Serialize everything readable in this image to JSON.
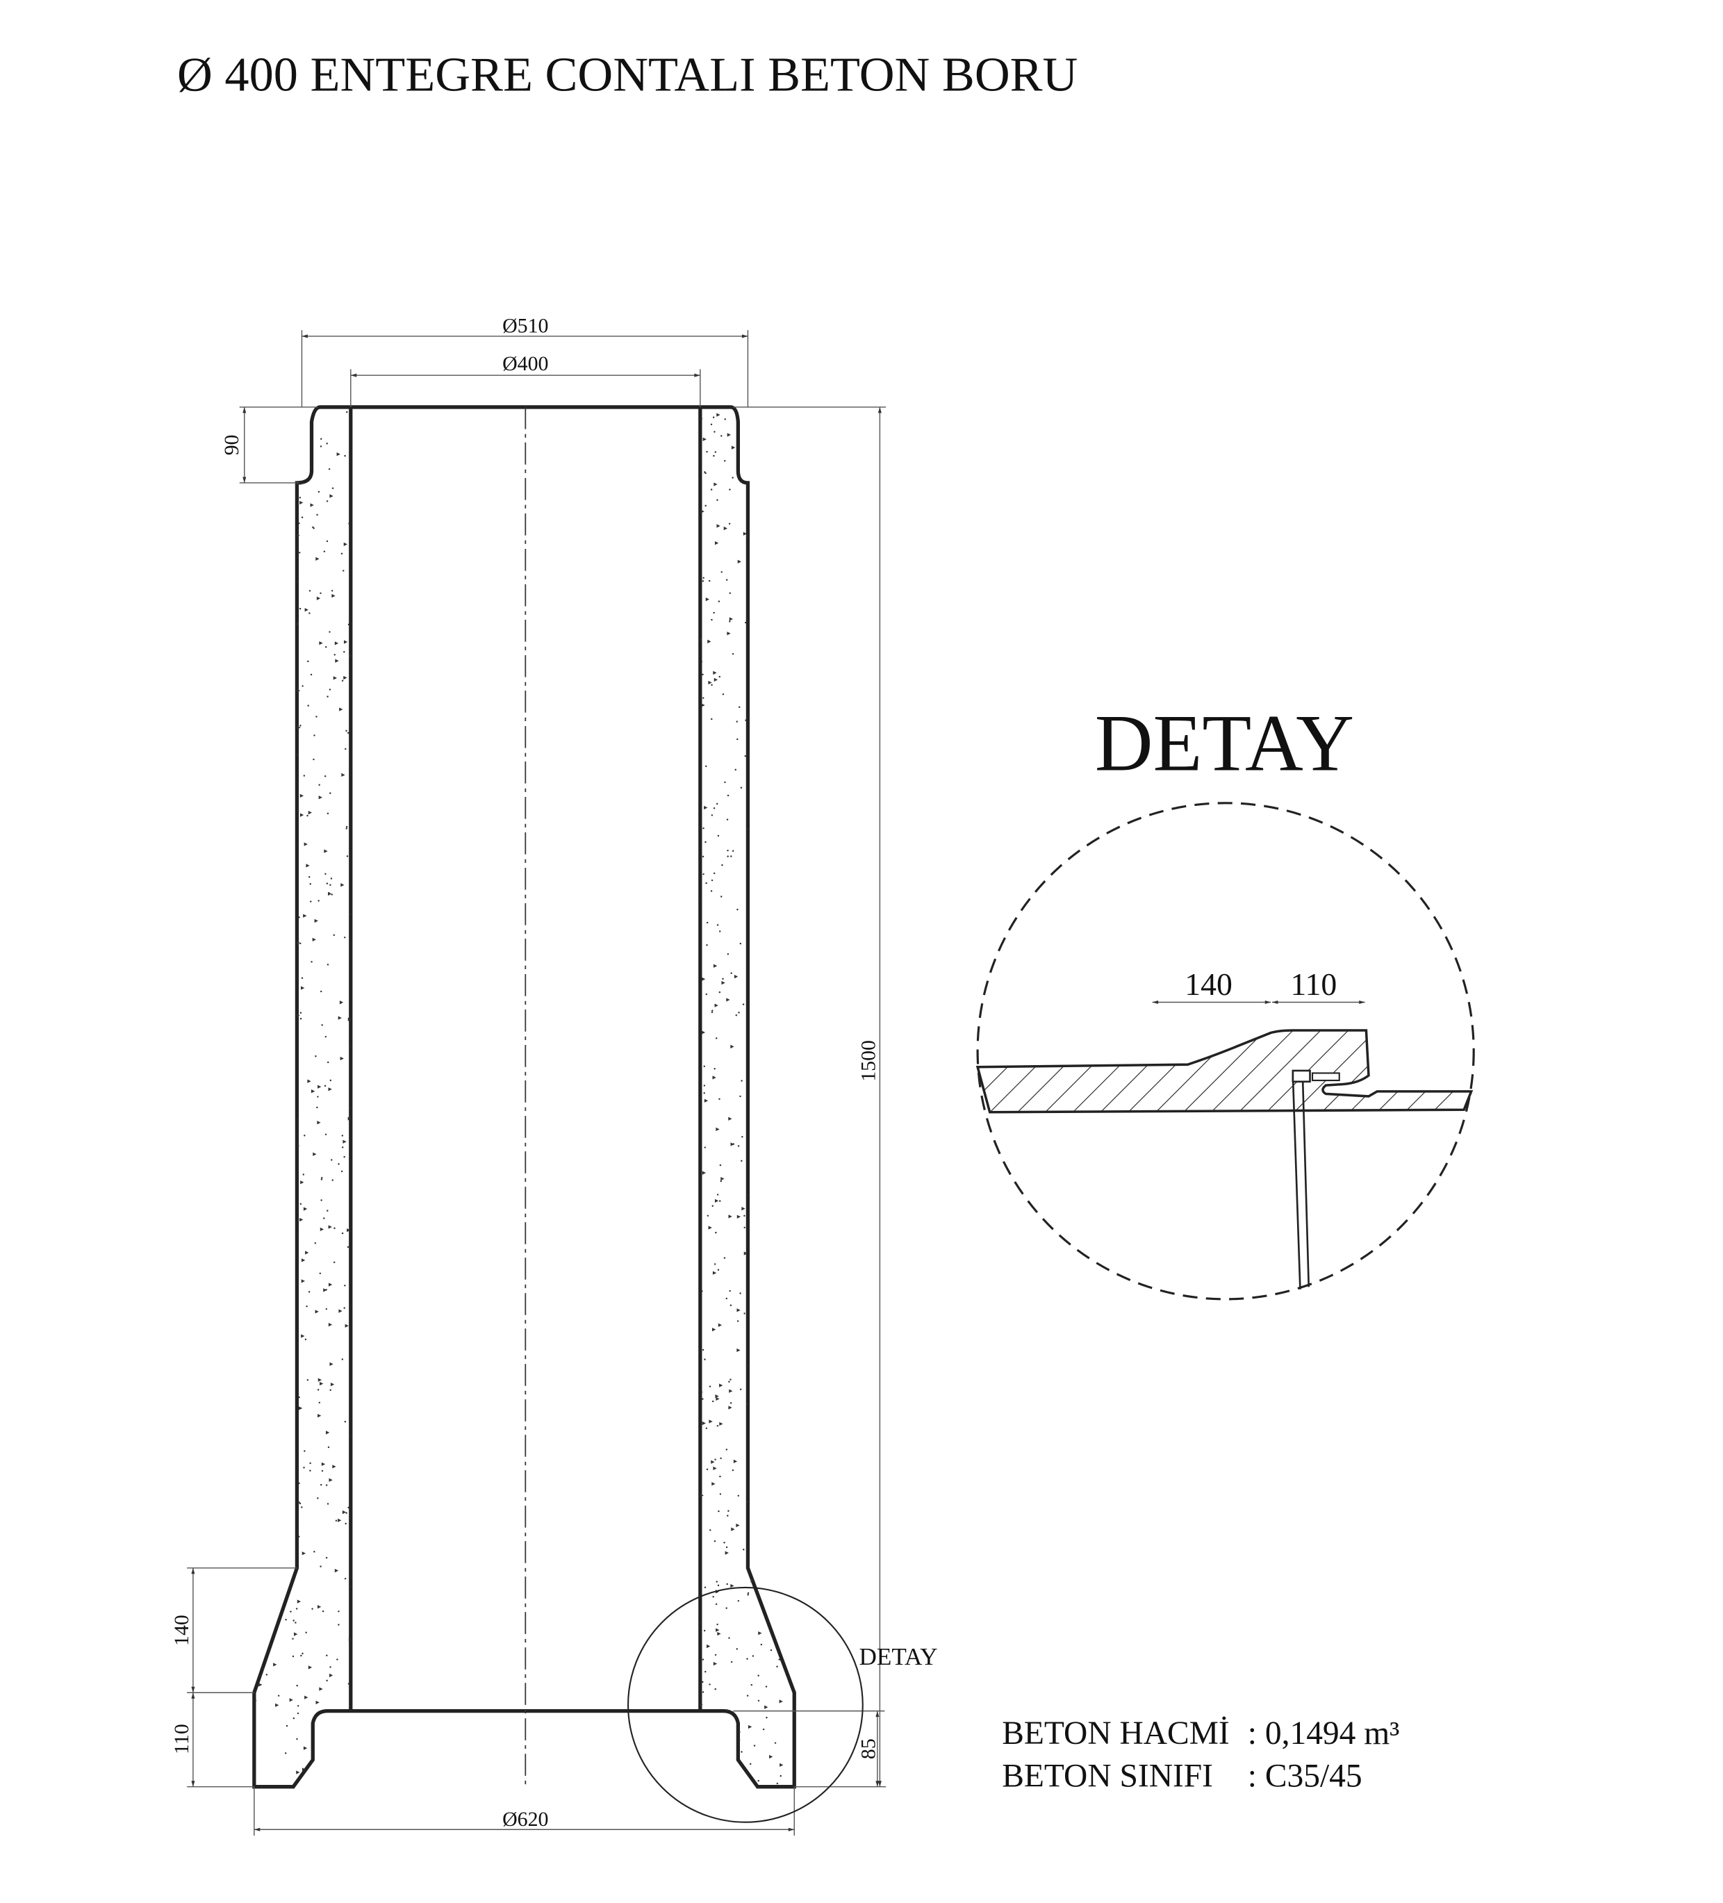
{
  "title": "Ø 400 ENTEGRE CONTALI BETON BORU",
  "dimensions": {
    "outer_top_diameter": "Ø510",
    "inner_diameter": "Ø400",
    "socket_height": "90",
    "total_length": "1500",
    "flare_height": "140",
    "bell_height": "110",
    "recess_depth": "85",
    "bottom_diameter": "Ø620"
  },
  "detail_callout_label": "DETAY",
  "detail": {
    "title": "DETAY",
    "dim_left": "140",
    "dim_right": "110"
  },
  "notes": {
    "volume_label": "BETON HACMİ",
    "volume_value": ": 0,1494 m³",
    "class_label": "BETON SINIFI",
    "class_value": ": C35/45"
  },
  "colors": {
    "line": "#222222",
    "background": "#ffffff"
  }
}
